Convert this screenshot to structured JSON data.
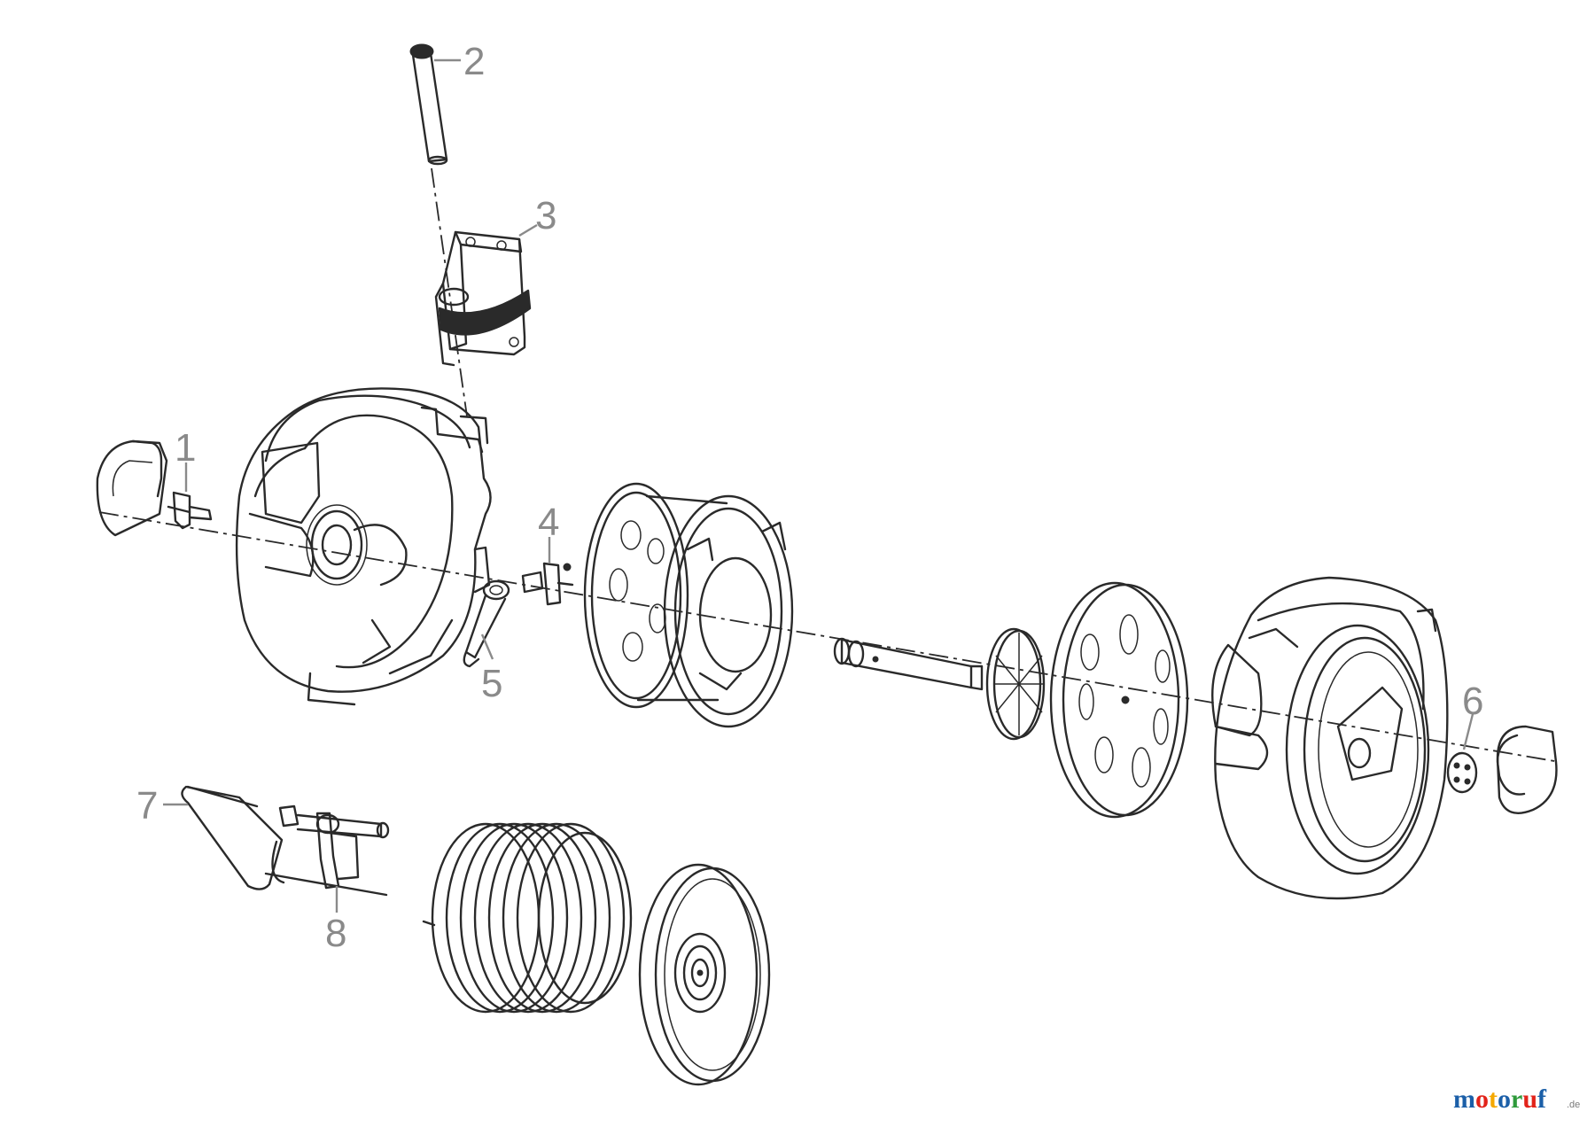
{
  "labels": {
    "l1": "1",
    "l2": "2",
    "l3": "3",
    "l4": "4",
    "l5": "5",
    "l6": "6",
    "l7": "7",
    "l8": "8"
  },
  "watermark": {
    "text": "motoruf",
    "suffix": ".de",
    "colors": [
      "#1b5fa8",
      "#e2231a",
      "#f5a800",
      "#1b5fa8",
      "#2e9a3a",
      "#e2231a",
      "#1b5fa8"
    ]
  },
  "colors": {
    "line": "#2a2a2a",
    "label": "#8a8a8a",
    "background": "#ffffff"
  }
}
